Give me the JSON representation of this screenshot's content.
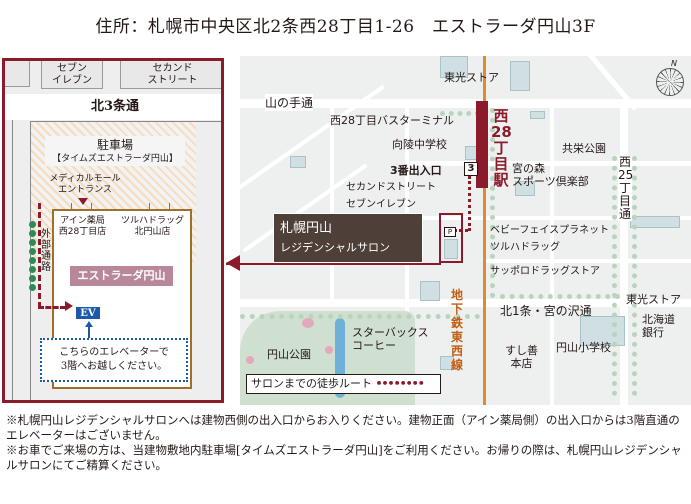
{
  "header": {
    "address": "住所：札幌市中央区北2条西28丁目1-26　エストラーダ円山3F"
  },
  "inset": {
    "shops_top": [
      {
        "label": "セブン\nイレブン",
        "line1": "セブン",
        "line2": "イレブン"
      },
      {
        "label": "セカンド\nストリート",
        "line1": "セカンド",
        "line2": "ストリート"
      }
    ],
    "road": "北3条通",
    "parking": {
      "title": "駐車場",
      "subtitle": "【タイムズエストラーダ円山】"
    },
    "medical_entrance": {
      "line1": "メディカルモール",
      "line2": "エントランス"
    },
    "tenants": [
      {
        "line1": "アイン薬局",
        "line2": "西28丁目店"
      },
      {
        "line1": "ツルハドラッグ",
        "line2": "北円山店"
      }
    ],
    "building_name": "エストラーダ円山",
    "external_walkway": "外部通路",
    "elevator_label": "EV",
    "elevator_note": {
      "line1": "こちらのエレベーターで",
      "line2": "3階へお越しください。"
    }
  },
  "map": {
    "roads": {
      "yamanote": "山の手通",
      "kita1": "北1条・宮の沢通",
      "nishi25": "西25丁目通"
    },
    "station": "西28丁目駅",
    "subway_line": "地下鉄東西線",
    "exit": {
      "label": "3番出入口",
      "number": "3"
    },
    "places": {
      "toko_store_north": "東光ストア",
      "bus_terminal": "西28丁目バスターミナル",
      "koryo_jhs": "向陵中学校",
      "second_street": "セカンドストリート",
      "seven_eleven": "セブンイレブン",
      "kyoei_park": "共栄公園",
      "miyanomori_sports": "宮の森\nスポーツ倶楽部",
      "miyanomori_sports_l1": "宮の森",
      "miyanomori_sports_l2": "スポーツ倶楽部",
      "baby_face": "ベビーフェイスプラネット",
      "tsuruha": "ツルハドラッグ",
      "sapporo_drug": "サッポロドラッグストア",
      "toko_store_south": "東光ストア",
      "hokkaido_bank_l1": "北海道",
      "hokkaido_bank_l2": "銀行",
      "maruyama_elementary": "円山小学校",
      "sushizen_l1": "すし善",
      "sushizen_l2": "本店",
      "starbucks_l1": "スターバックス",
      "starbucks_l2": "コーヒー",
      "maruyama_park": "円山公園"
    },
    "salon_callout": {
      "line1": "札幌円山",
      "line2": "レジデンシャルサロン"
    },
    "parking_icon": "P",
    "legend": {
      "label": "サロンまでの徒歩ルート",
      "dots": "••••••••"
    },
    "compass_north": "N"
  },
  "notes": [
    "※札幌円山レジデンシャルサロンへは建物西側の出入口からお入りください。建物正面（アイン薬局側）の出入口からは3階直通のエレベーターはございません。",
    "※お車でご来場の方は、当建物敷地内駐車場[タイムズエストラーダ円山]をご利用ください。お帰りの際は、札幌円山レジデンシャルサロンにてご精算ください。"
  ],
  "colors": {
    "accent_maroon": "#8b1a2b",
    "subway_orange": "#e08a2e",
    "elevator_blue": "#1a5aa8",
    "building_pink": "#b8889a",
    "callout_brown": "#4e3f38",
    "map_bg": "#eef0f0",
    "building_fill": "#cfdfe2",
    "park_green": "#cfe0d0"
  }
}
